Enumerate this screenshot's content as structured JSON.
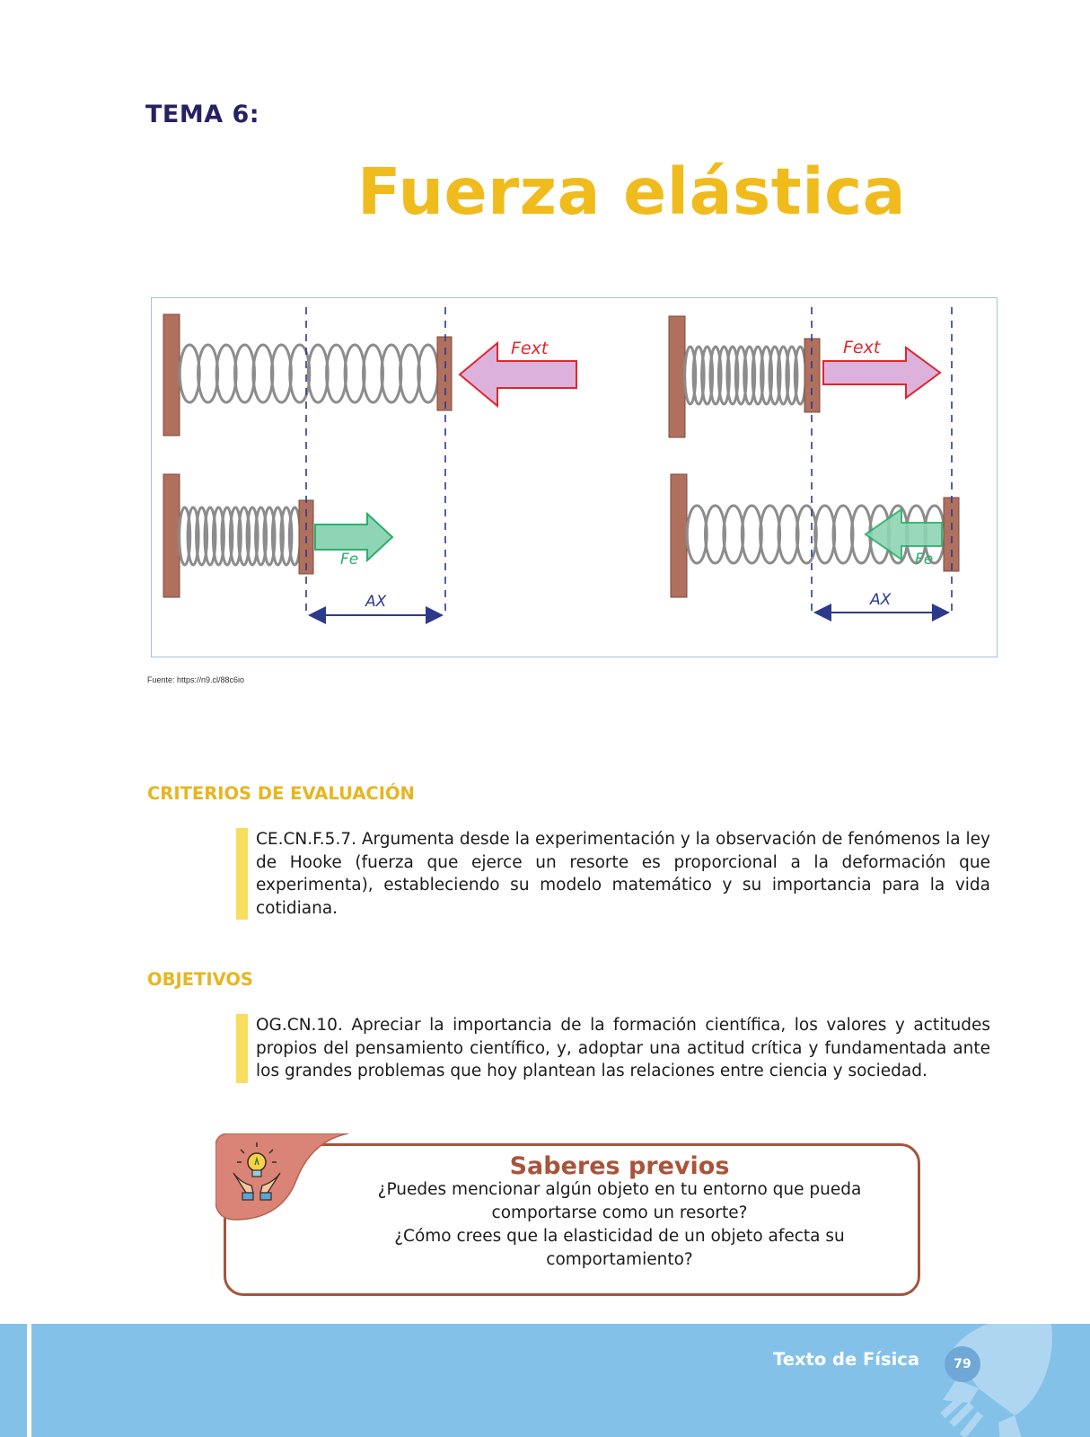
{
  "header": {
    "tema": "TEMA 6:",
    "title": "Fuerza elástica"
  },
  "figure": {
    "label_fext_left": "Fext",
    "label_fext_right": "Fext",
    "label_fe_left": "Fe",
    "label_fe_right": "Fe",
    "label_dx_left": "AX",
    "label_dx_right": "AX",
    "source": "Fuente: https://n9.cl/88c6io",
    "colors": {
      "wall": "#b0705e",
      "spring": "#8c8c8c",
      "fext_fill": "#dcb2dc",
      "fext_stroke": "#e0262d",
      "fe_fill": "#8fd4b4",
      "fe_stroke": "#29b06b",
      "dashed": "#2d3a8c"
    }
  },
  "criterios": {
    "heading": "CRITERIOS DE EVALUACIÓN",
    "text": "CE.CN.F.5.7. Argumenta desde la experimentación y la observación de fenómenos la ley de Hooke (fuerza que ejerce un resorte es proporcional a la deformación que experimenta), estableciendo su modelo matemático y su importancia para la vida cotidiana."
  },
  "objetivos": {
    "heading": "OBJETIVOS",
    "text": "OG.CN.10. Apreciar la importancia de la formación científica, los valores y actitudes propios del pensamiento científico, y, adoptar una actitud crítica y fundamentada ante los grandes problemas que hoy plantean las relaciones entre ciencia y sociedad."
  },
  "saberes": {
    "title": "Saberes previos",
    "question1": "¿Puedes mencionar algún objeto en tu entorno que pueda comportarse como un resorte?",
    "question2": "¿Cómo crees que la elasticidad de un objeto afecta su comportamiento?",
    "icon": "lightbulb-hands-icon"
  },
  "footer": {
    "text": "Texto de Física",
    "page": "79",
    "icon": "rocket-icon"
  }
}
